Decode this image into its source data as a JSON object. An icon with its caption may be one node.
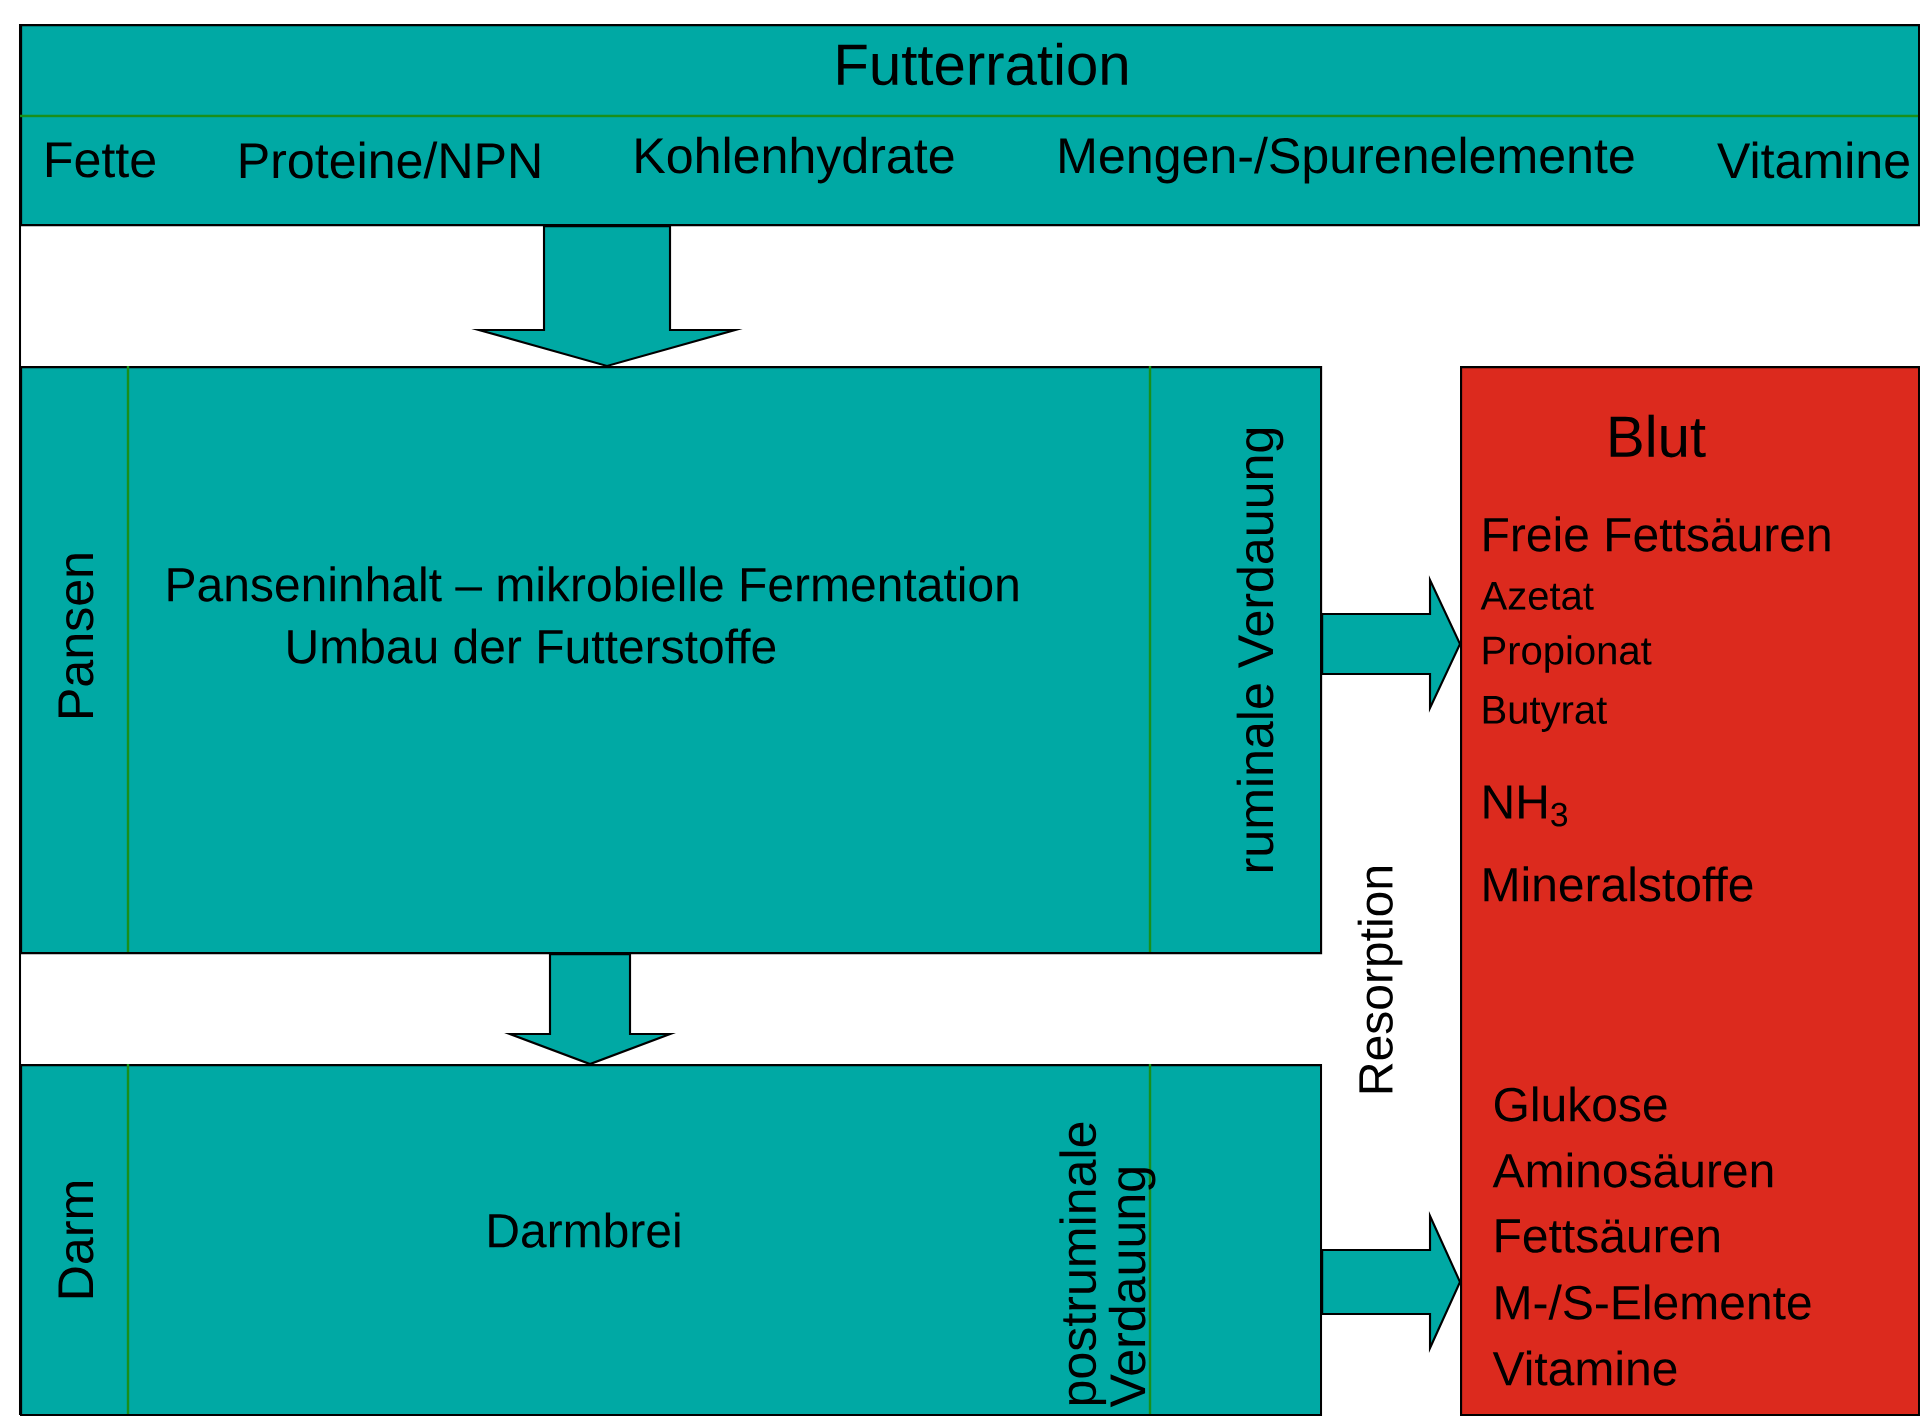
{
  "diagram": {
    "nodes": [
      {
        "text": [
          "Futterration",
          "Fette",
          "Proteine/NPN",
          "Kohlenhydrate",
          "Mengen-/Spurenelemente",
          "Vitamine"
        ]
      },
      {
        "text": [
          "Pansen",
          "Panseninhalt – mikrobielle Fermentation",
          "Umbau der Futterstoffe",
          "ruminale Verdauung"
        ]
      },
      {
        "text": [
          "Darm",
          "Darmbrei",
          "postruminale Verdauung"
        ]
      },
      {
        "text": [
          "Blut",
          "Freie Fettsäuren",
          "Azetat",
          "Propionat",
          "Butyrat",
          "NH$_{3}$",
          "Mineralstoffe",
          "Glukose",
          "Aminosäuren",
          "Fettsäuren",
          "M-/S-Elemente",
          "Vitamine"
        ]
      }
    ],
    "edges": [
      {
        "from": 0,
        "to": 1,
        "arrow": "to"
      },
      {
        "from": 1,
        "to": 2,
        "arrow": "to"
      },
      {
        "from": 1,
        "to": 3,
        "arrow": "to"
      },
      {
        "from": 2,
        "to": 3,
        "arrow": "to"
      }
    ],
    "labels": [
      "Resorption"
    ]
  }
}
